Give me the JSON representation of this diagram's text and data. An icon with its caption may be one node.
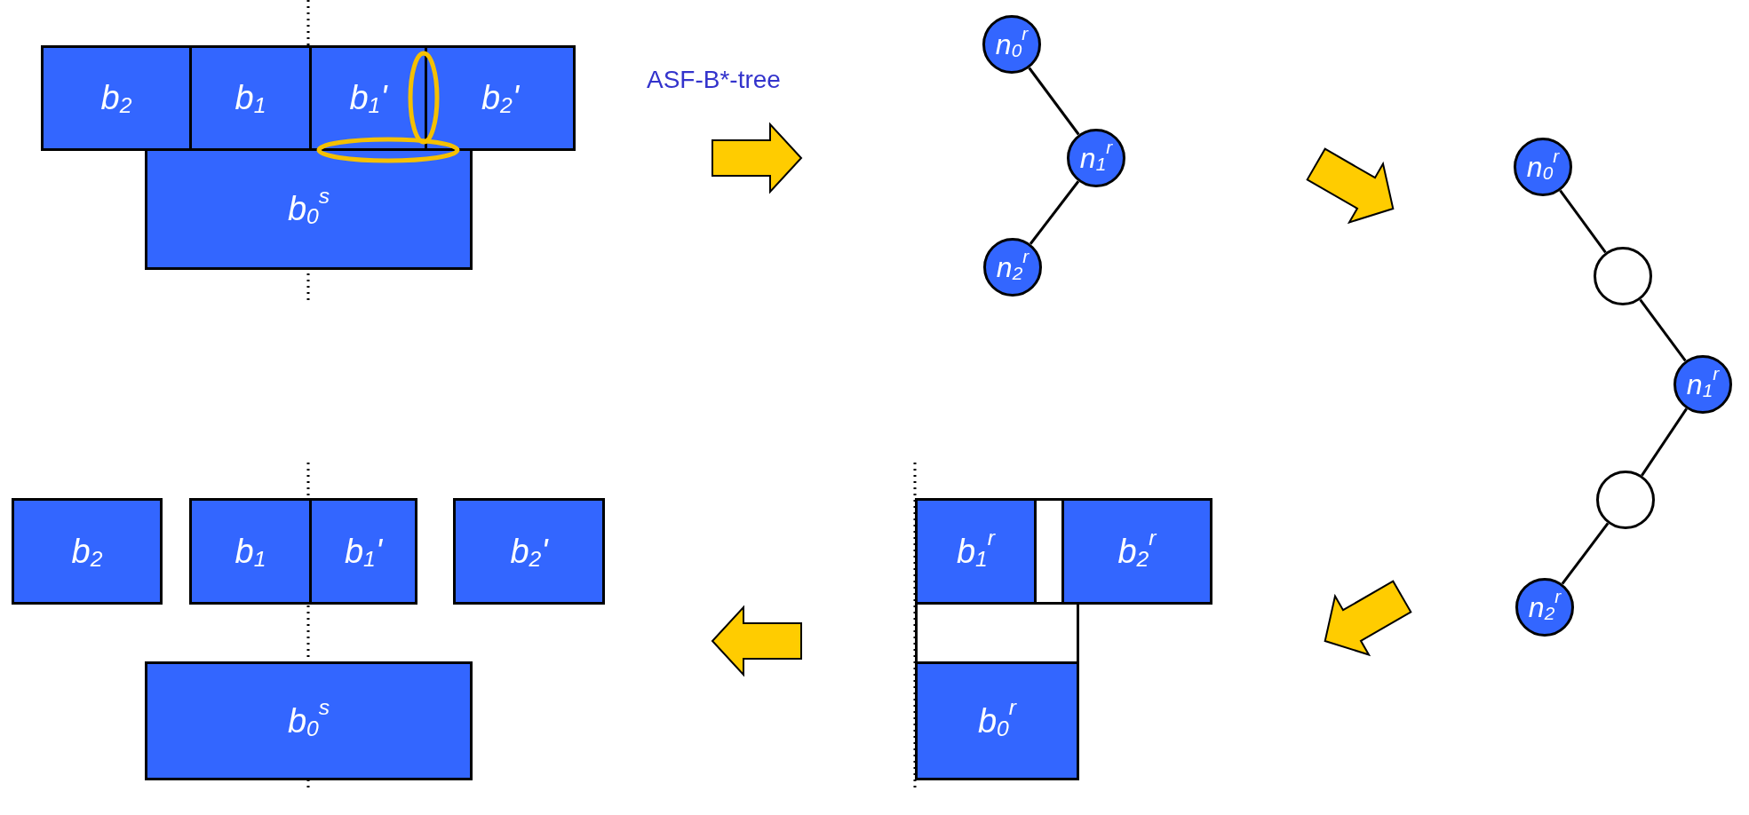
{
  "diagram": {
    "nodes": [
      {
        "text": [
          "b$_{2}$"
        ]
      },
      {
        "text": [
          "b$_{1}$"
        ]
      },
      {
        "text": [
          "b$_{1}$'"
        ]
      },
      {
        "text": [
          "b$_{2}$'"
        ]
      },
      {
        "text": [
          "b$_{0}$$^{s}$"
        ]
      },
      {
        "text": [
          "n$_{0}$$^{r}$"
        ]
      },
      {
        "text": [
          "n$_{1}$$^{r}$"
        ]
      },
      {
        "text": [
          "n$_{2}$$^{r}$"
        ]
      },
      {
        "text": [
          "n$_{0}$$^{r}$"
        ]
      },
      {
        "text": [],
        "shape": "circle"
      },
      {
        "text": [
          "n$_{1}$$^{r}$"
        ]
      },
      {
        "text": [],
        "shape": "circle"
      },
      {
        "text": [
          "n$_{2}$$^{r}$"
        ]
      },
      {
        "text": [
          "b$_{2}$"
        ]
      },
      {
        "text": [
          "b$_{1}$"
        ]
      },
      {
        "text": [
          "b$_{1}$'"
        ]
      },
      {
        "text": [
          "b$_{2}$'"
        ]
      },
      {
        "text": [
          "b$_{0}$$^{s}$"
        ]
      },
      {
        "text": [
          "b$_{1}$$^{r}$"
        ]
      },
      {
        "text": [],
        "shape": "box"
      },
      {
        "text": [
          "b$_{2}$$^{r}$"
        ]
      },
      {
        "text": [],
        "shape": "box"
      },
      {
        "text": [
          "b$_{0}$$^{r}$"
        ]
      }
    ],
    "edges": [
      {
        "from": 5,
        "to": 6,
        "arrow": "none"
      },
      {
        "from": 6,
        "to": 7,
        "arrow": "none"
      },
      {
        "from": 8,
        "to": 9,
        "arrow": "none"
      },
      {
        "from": 9,
        "to": 10,
        "arrow": "none"
      },
      {
        "from": 10,
        "to": 11,
        "arrow": "none"
      },
      {
        "from": 11,
        "to": 12,
        "arrow": "none"
      }
    ],
    "labels": [
      "ASF-B*-tree"
    ]
  }
}
